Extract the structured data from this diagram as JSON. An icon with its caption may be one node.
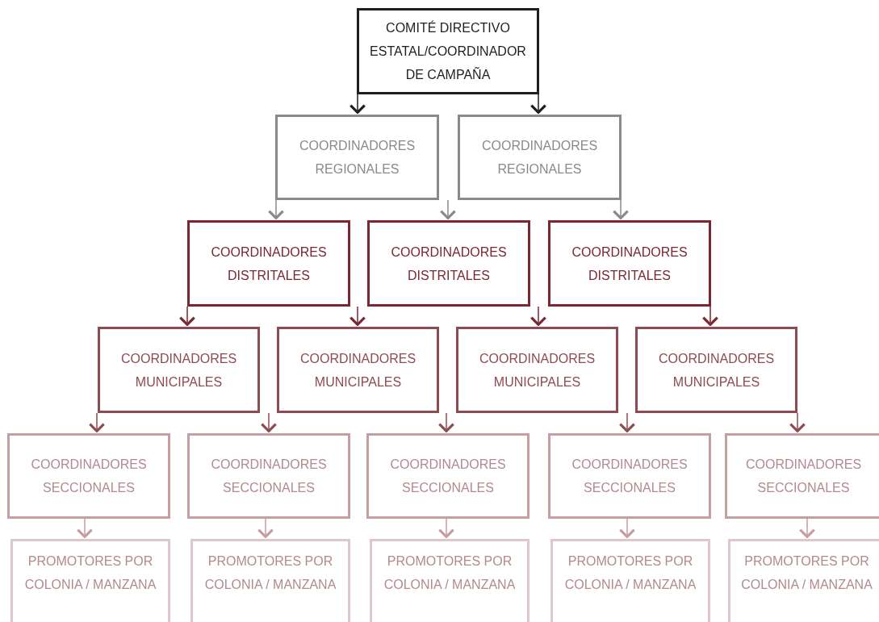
{
  "diagram": {
    "nodes": [
      {
        "text": [
          "COMITÉ DIRECTIVO ESTATAL/COORDINADOR DE CAMPAÑA"
        ]
      },
      {
        "text": [
          "COORDINADORES REGIONALES"
        ]
      },
      {
        "text": [
          "COORDINADORES REGIONALES"
        ]
      },
      {
        "text": [
          "COORDINADORES DISTRITALES"
        ]
      },
      {
        "text": [
          "COORDINADORES DISTRITALES"
        ]
      },
      {
        "text": [
          "COORDINADORES DISTRITALES"
        ]
      },
      {
        "text": [
          "COORDINADORES MUNICIPALES"
        ]
      },
      {
        "text": [
          "COORDINADORES MUNICIPALES"
        ]
      },
      {
        "text": [
          "COORDINADORES MUNICIPALES"
        ]
      },
      {
        "text": [
          "COORDINADORES MUNICIPALES"
        ]
      },
      {
        "text": [
          "COORDINADORES SECCIONALES"
        ]
      },
      {
        "text": [
          "COORDINADORES SECCIONALES"
        ]
      },
      {
        "text": [
          "COORDINADORES SECCIONALES"
        ]
      },
      {
        "text": [
          "COORDINADORES SECCIONALES"
        ]
      },
      {
        "text": [
          "COORDINADORES SECCIONALES"
        ]
      },
      {
        "text": [
          "PROMOTORES POR COLONIA / MANZANA"
        ]
      },
      {
        "text": [
          "PROMOTORES POR COLONIA / MANZANA"
        ]
      },
      {
        "text": [
          "PROMOTORES POR COLONIA / MANZANA"
        ]
      },
      {
        "text": [
          "PROMOTORES POR COLONIA / MANZANA"
        ]
      },
      {
        "text": [
          "PROMOTORES POR COLONIA / MANZANA"
        ]
      }
    ],
    "edges": [
      {
        "from": 0,
        "to": 1,
        "arrow": "to",
        "color": "#1f1f1f"
      },
      {
        "from": 0,
        "to": 2,
        "arrow": "to",
        "color": "#1f1f1f"
      },
      {
        "from": 1,
        "to": 3,
        "arrow": "to",
        "color": "#8a8a8a"
      },
      {
        "from": 1,
        "to": 4,
        "arrow": "to",
        "color": "#8a8a8a"
      },
      {
        "from": 2,
        "to": 5,
        "arrow": "to",
        "color": "#8a8a8a"
      },
      {
        "from": 3,
        "to": 6,
        "arrow": "to",
        "color": "#7b2631"
      },
      {
        "from": 3,
        "to": 7,
        "arrow": "to",
        "color": "#7b2631"
      },
      {
        "from": 4,
        "to": 8,
        "arrow": "to",
        "color": "#7b2631"
      },
      {
        "from": 5,
        "to": 9,
        "arrow": "to",
        "color": "#7b2631"
      },
      {
        "from": 6,
        "to": 10,
        "arrow": "to",
        "color": "#8e4b51"
      },
      {
        "from": 6,
        "to": 11,
        "arrow": "to",
        "color": "#8e4b51"
      },
      {
        "from": 7,
        "to": 12,
        "arrow": "to",
        "color": "#8e4b51"
      },
      {
        "from": 8,
        "to": 13,
        "arrow": "to",
        "color": "#8e4b51"
      },
      {
        "from": 9,
        "to": 14,
        "arrow": "to",
        "color": "#8e4b51"
      },
      {
        "from": 10,
        "to": 15,
        "arrow": "to"
      },
      {
        "from": 11,
        "to": 16,
        "arrow": "to"
      },
      {
        "from": 12,
        "to": 17,
        "arrow": "to"
      },
      {
        "from": 13,
        "to": 18,
        "arrow": "to"
      },
      {
        "from": 14,
        "to": 19,
        "arrow": "to"
      }
    ]
  }
}
